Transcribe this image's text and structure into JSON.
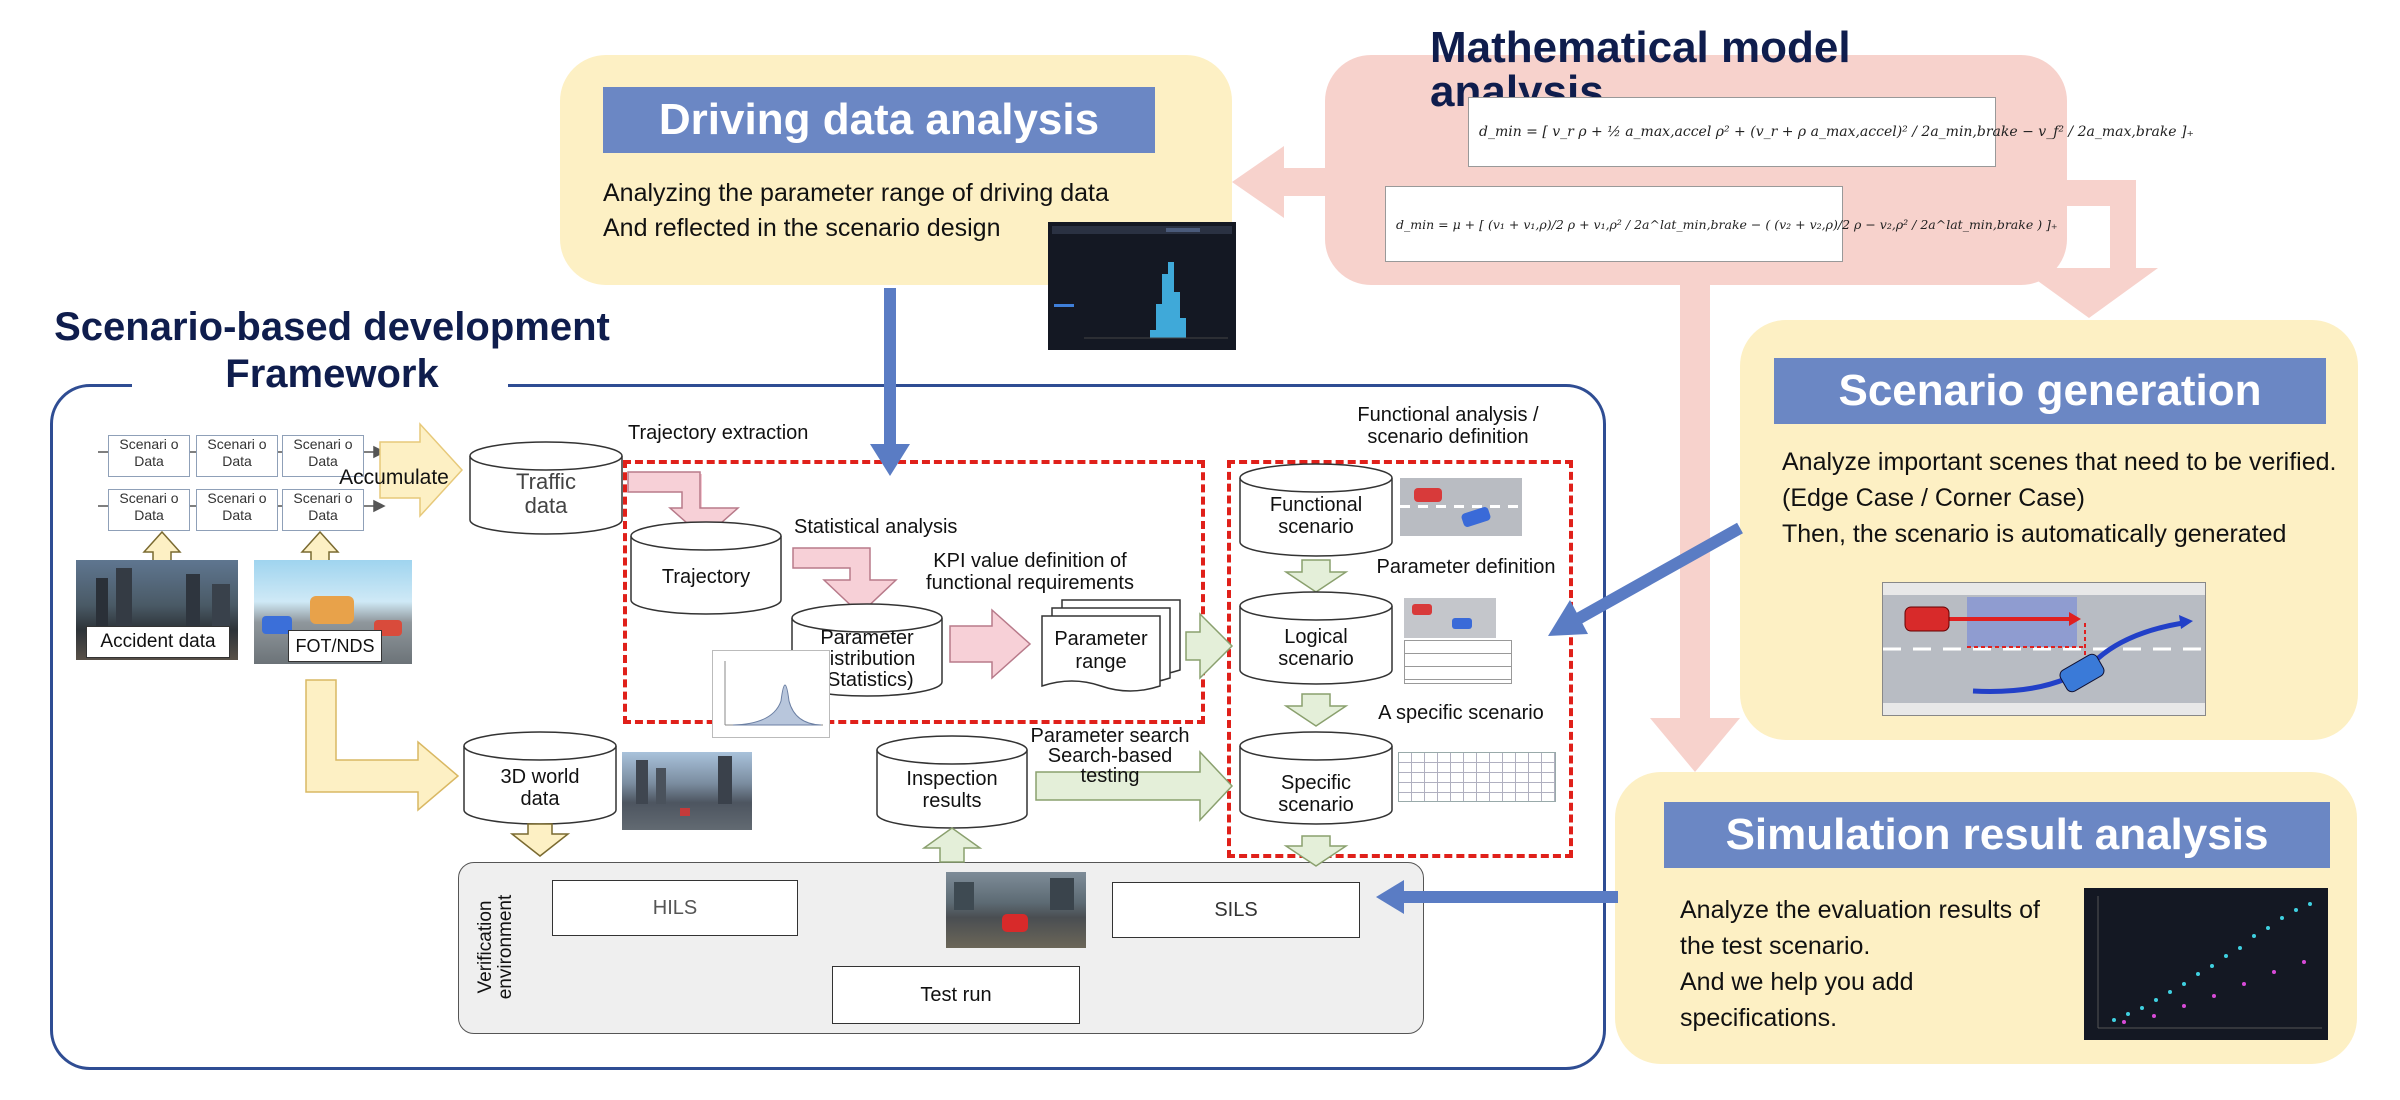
{
  "top": {
    "math_title": "Mathematical model analysis",
    "driving_title": "Driving data analysis",
    "driving_lines": [
      "Analyzing the parameter range of driving data",
      "And reflected in the scenario design"
    ],
    "equation1": "d_min = [ v_r ρ + ½ a_max,accel ρ² + (v_r + ρ a_max,accel)² / 2a_min,brake − v_f² / 2a_max,brake ]₊",
    "equation2": "d_min = μ + [ (v₁ + v₁,ρ)/2 ρ + v₁,ρ² / 2a^lat_min,brake − ( (v₂ + v₂,ρ)/2 ρ − v₂,ρ² / 2a^lat_min,brake ) ]₊"
  },
  "framework": {
    "title_line1": "Scenario-based development",
    "title_line2": "Framework"
  },
  "scenario_generation": {
    "title": "Scenario generation",
    "lines": [
      "Analyze important scenes that need to be verified.",
      "(Edge Case / Corner Case)",
      "Then, the scenario is automatically generated"
    ]
  },
  "simulation": {
    "title": "Simulation result analysis",
    "lines": [
      "Analyze the evaluation results of",
      "the test scenario.",
      "And we help you add",
      "specifications."
    ]
  },
  "diagram": {
    "scenario_data": "Scenari o Data",
    "accumulate": "Accumulate",
    "traffic_data": [
      "Traffic",
      "data"
    ],
    "accident_data": "Accident data",
    "fot_nds": "FOT/NDS",
    "trajectory_extraction": "Trajectory extraction",
    "trajectory": "Trajectory",
    "statistical_analysis": "Statistical analysis",
    "kpi": [
      "KPI value definition of",
      "functional requirements"
    ],
    "param_distribution": [
      "Parameter",
      "distribution",
      "(Statistics)"
    ],
    "param_range": [
      "Parameter",
      "range"
    ],
    "functional_def": [
      "Functional analysis /",
      "scenario definition"
    ],
    "functional_scenario": [
      "Functional",
      "scenario"
    ],
    "parameter_definition": "Parameter definition",
    "logical_scenario": [
      "Logical",
      "scenario"
    ],
    "a_specific_scenario": "A specific scenario",
    "specific_scenario": [
      "Specific",
      "scenario"
    ],
    "world_data": [
      "3D world",
      "data"
    ],
    "inspection_results": [
      "Inspection",
      "results"
    ],
    "param_search": [
      "Parameter search",
      "Search-based",
      "testing"
    ],
    "verification_env": [
      "Verification",
      "environment"
    ],
    "hils": "HILS",
    "sils": "SILS",
    "test_run": "Test run"
  },
  "colors": {
    "banner_blue": "#6b87c4",
    "title_navy": "#0f1d4d",
    "panel_yellow": "#fdf0c4",
    "panel_pink": "#f7d2cc",
    "dash_red": "#e0201a",
    "frame_blue": "#2f4d93"
  }
}
